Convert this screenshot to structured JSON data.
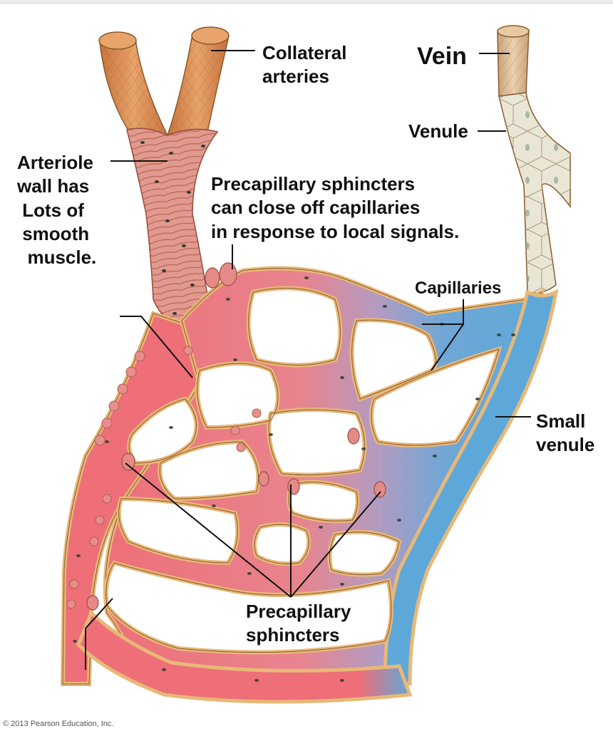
{
  "labels": {
    "collateral_arteries": "Collateral\narteries",
    "vein": "Vein",
    "venule": "Venule",
    "arteriole": "Arteriole\nwall has\n Lots of\n smooth\n  muscle.",
    "precap_note": "Precapillary sphincters\ncan close off capillaries\nin response to local signals.",
    "capillaries": "Capillaries",
    "small_venule": "Small\nvenule",
    "precap_sphincters": "Precapillary\nsphincters"
  },
  "copyright": "© 2013 Pearson Education, Inc.",
  "colors": {
    "artery_red": "#ee6f78",
    "vein_blue": "#5ea8d9",
    "wall_tan": "#e8b878",
    "outline": "#8a5a2a",
    "muscle": "#d98a7e",
    "collateral": "#d98b55"
  }
}
